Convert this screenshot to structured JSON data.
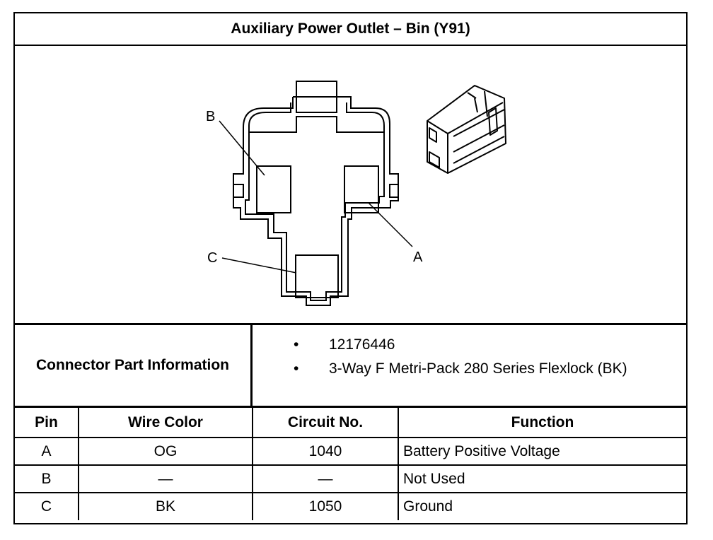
{
  "title": "Auxiliary Power Outlet – Bin (Y91)",
  "diagram": {
    "callouts": [
      "B",
      "C",
      "A"
    ]
  },
  "connector_info": {
    "label": "Connector Part Information",
    "bullet": "•",
    "items": [
      "12176446",
      "3-Way F Metri-Pack 280 Series Flexlock (BK)"
    ]
  },
  "table": {
    "headers": [
      "Pin",
      "Wire Color",
      "Circuit No.",
      "Function"
    ],
    "rows": [
      [
        "A",
        "OG",
        "1040",
        "Battery Positive Voltage"
      ],
      [
        "B",
        "—",
        "—",
        "Not Used"
      ],
      [
        "C",
        "BK",
        "1050",
        "Ground"
      ]
    ]
  }
}
